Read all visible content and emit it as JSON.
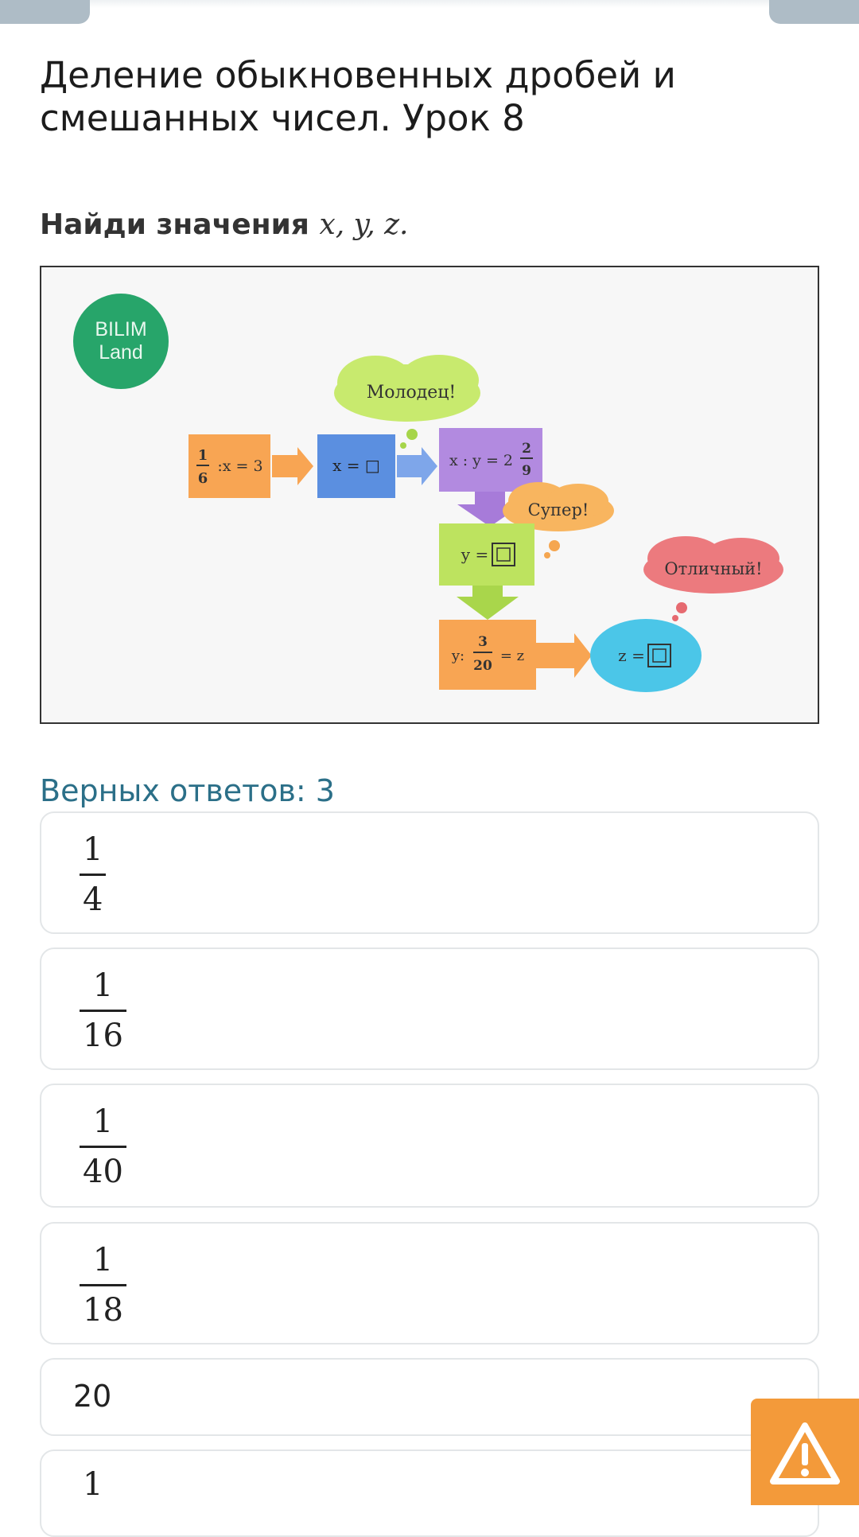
{
  "header": {
    "title": "Деление обыкновенных дробей и смешанных чисел. Урок 8"
  },
  "question": {
    "prefix": "Найди значения",
    "vars": "x, y, z."
  },
  "figure": {
    "logo_line1": "BILIM",
    "logo_line2": "Land",
    "bubble1": "Молодец!",
    "bubble2": "Супер!",
    "bubble3": "Отличный!",
    "box1_num": "1",
    "box1_den": "6",
    "box1_rest": ":x = 3",
    "box2": "x = □",
    "box3_text": "x : y = 2",
    "box3_num": "2",
    "box3_den": "9",
    "box4": "y = ",
    "box5_pre": "y:",
    "box5_num": "3",
    "box5_den": "20",
    "box5_post": "= z",
    "ellipse": "z = ",
    "colors": {
      "orange": "#f8a553",
      "blue": "#5b8fe0",
      "purple": "#b28ae0",
      "green": "#bde35f",
      "cyan": "#4bc6e8",
      "logo": "#27a56a"
    }
  },
  "answers": {
    "count_label": "Верных ответов: 3",
    "options": [
      {
        "num": "1",
        "den": "4"
      },
      {
        "num": "1",
        "den": "16"
      },
      {
        "num": "1",
        "den": "40"
      },
      {
        "num": "1",
        "den": "18"
      },
      {
        "value": "20"
      },
      {
        "num": "1"
      }
    ]
  },
  "report_button": {
    "icon": "warning-icon",
    "color": "#f39a3a"
  }
}
